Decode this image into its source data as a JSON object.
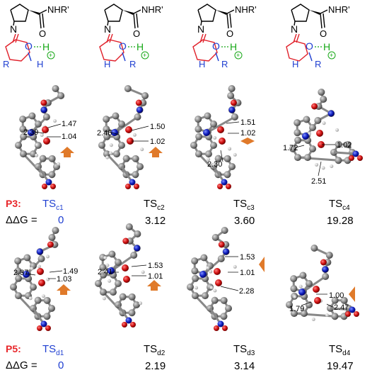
{
  "structures": {
    "group_label": "NHR'",
    "H_label": "H",
    "R_label": "R",
    "O_label": "O",
    "N_label": "N",
    "plus_label": "+"
  },
  "row1": {
    "scheme": "P3:",
    "ddg_label": "ΔΔG = ",
    "ts": [
      {
        "base": "TS",
        "sub": "c1",
        "ddg": "0",
        "dist": [
          "1.47",
          "1.04",
          "2.39"
        ]
      },
      {
        "base": "TS",
        "sub": "c2",
        "ddg": "3.12",
        "dist": [
          "1.50",
          "1.02",
          "2.46"
        ]
      },
      {
        "base": "TS",
        "sub": "c3",
        "ddg": "3.60",
        "dist": [
          "1.51",
          "1.02",
          "2.30"
        ]
      },
      {
        "base": "TS",
        "sub": "c4",
        "ddg": "19.28",
        "dist": [
          "1.02",
          "1.72",
          "2.51"
        ]
      }
    ]
  },
  "row2": {
    "scheme": "P5:",
    "ddg_label": "ΔΔG = ",
    "ts": [
      {
        "base": "TS",
        "sub": "d1",
        "ddg": "0",
        "dist": [
          "1.49",
          "1.03",
          "2.37"
        ]
      },
      {
        "base": "TS",
        "sub": "d2",
        "ddg": "2.19",
        "dist": [
          "1.53",
          "1.01",
          "2.41"
        ]
      },
      {
        "base": "TS",
        "sub": "d3",
        "ddg": "3.14",
        "dist": [
          "1.53",
          "1.01",
          "2.28"
        ]
      },
      {
        "base": "TS",
        "sub": "d4",
        "ddg": "19.47",
        "dist": [
          "1.00",
          "1.79",
          "2.47"
        ]
      }
    ]
  }
}
